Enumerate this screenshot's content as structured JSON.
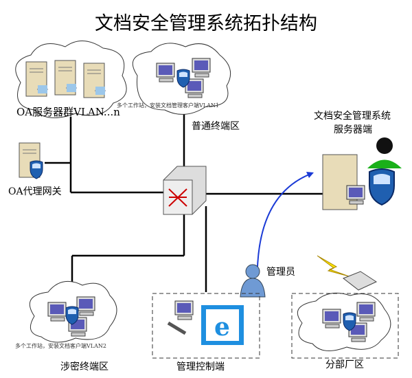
{
  "title": "文档安全管理系统拓扑结构",
  "nodes": {
    "oa_servers": "OA服务器群VLAN...n",
    "normal_note": "多个工作站，安装文档管理客户端VLAN1",
    "normal_zone": "普通终端区",
    "server_line1": "文档安全管理系统",
    "server_line2": "服务器端",
    "oa_gateway": "OA代理网关",
    "admin": "管理员",
    "secret_note": "多个工作站，安装文档客户端VLAN2",
    "secret_zone": "涉密终端区",
    "console": "管理控制端",
    "branch": "分部厂区"
  },
  "colors": {
    "link": "#000000",
    "arrow": "#1a3ad6",
    "shield": "#1f5fb0",
    "ie": "#1e8fe0"
  }
}
